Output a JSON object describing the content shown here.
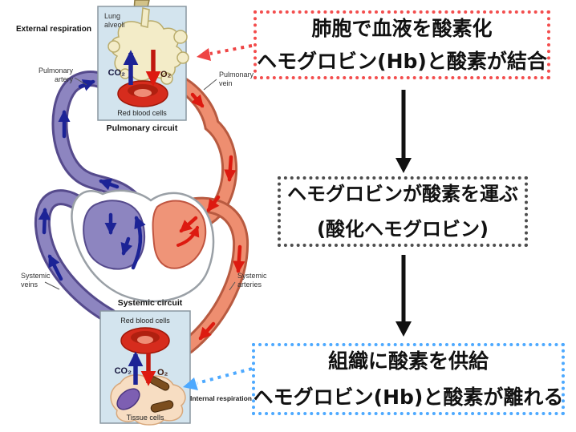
{
  "annotation_boxes": {
    "oxygenation": {
      "line1": "肺胞で血液を酸素化",
      "line2": "ヘモグロビン(Hb)と酸素が結合",
      "border_color": "#f34d4d"
    },
    "transport": {
      "line1": "ヘモグロビンが酸素を運ぶ",
      "line2": "(酸化ヘモグロビン)",
      "border_color": "#4d4d4d"
    },
    "delivery": {
      "line1": "組織に酸素を供給",
      "line2": "ヘモグロビン(Hb)と酸素が離れる",
      "border_color": "#4da9ff"
    }
  },
  "diagram": {
    "labels": {
      "external_respiration": "External respiration",
      "lung_alveoli_1": "Lung",
      "lung_alveoli_2": "alveoli",
      "co2_top": "CO₂",
      "o2_top": "O₂",
      "red_blood_cells_top": "Red blood cells",
      "pulmonary_circuit": "Pulmonary circuit",
      "pulmonary_artery_1": "Pulmonary",
      "pulmonary_artery_2": "artery",
      "pulmonary_vein_1": "Pulmonary",
      "pulmonary_vein_2": "vein",
      "systemic_veins_1": "Systemic",
      "systemic_veins_2": "veins",
      "systemic_arteries_1": "Systemic",
      "systemic_arteries_2": "arteries",
      "systemic_circuit": "Systemic circuit",
      "red_blood_cells_bottom": "Red blood cells",
      "co2_bottom": "CO₂",
      "o2_bottom": "O₂",
      "tissue_cells": "Tissue cells",
      "internal_respiration": "Internal respiration"
    },
    "colors": {
      "vein_purple": "#8d85c0",
      "vein_outline": "#554a8c",
      "artery_salmon": "#ee8e70",
      "artery_outline": "#b85a40",
      "flow_arrow_navy": "#1c2396",
      "flow_arrow_red": "#dd1a10",
      "cell_box_bg": "#d3e4ee",
      "alveoli_cream": "#f3ecc8",
      "tissue_peach": "#f7ddc2",
      "red_blood_cell": "#d62c1d"
    }
  }
}
